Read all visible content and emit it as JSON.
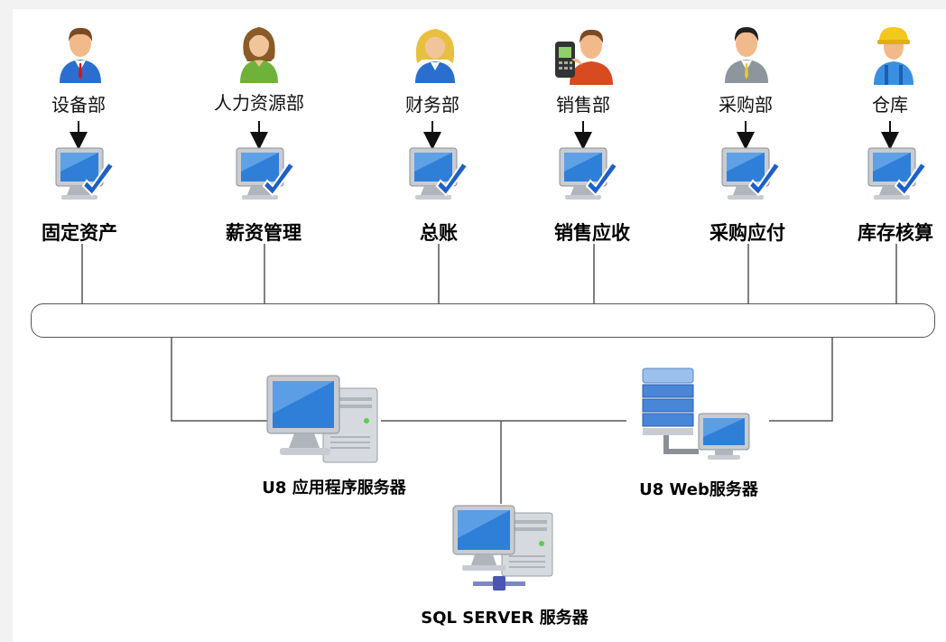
{
  "departments": [
    {
      "label": "设备部",
      "icon": "person-blue-suit-icon"
    },
    {
      "label": "人力资源部",
      "icon": "person-woman-green-icon"
    },
    {
      "label": "财务部",
      "icon": "person-woman-blonde-icon"
    },
    {
      "label": "销售部",
      "icon": "person-phone-icon"
    },
    {
      "label": "采购部",
      "icon": "person-grey-suit-icon"
    },
    {
      "label": "仓库",
      "icon": "person-worker-hardhat-icon"
    }
  ],
  "modules": [
    {
      "label": "固定资产",
      "icon": "monitor-check-icon"
    },
    {
      "label": "薪资管理",
      "icon": "monitor-check-icon"
    },
    {
      "label": "总账",
      "icon": "monitor-check-icon"
    },
    {
      "label": "销售应收",
      "icon": "monitor-check-icon"
    },
    {
      "label": "采购应付",
      "icon": "monitor-check-icon"
    },
    {
      "label": "库存核算",
      "icon": "monitor-check-icon"
    }
  ],
  "servers": {
    "app": {
      "label": "U8 应用程序服务器",
      "icon": "desktop-computer-icon"
    },
    "web": {
      "label": "U8 Web服务器",
      "icon": "web-server-icon"
    },
    "sql": {
      "label": "SQL SERVER 服务器",
      "icon": "database-server-icon"
    }
  },
  "colors": {
    "screen": "#2f7fd8",
    "check": "#1e5fc8",
    "line": "#555555"
  }
}
